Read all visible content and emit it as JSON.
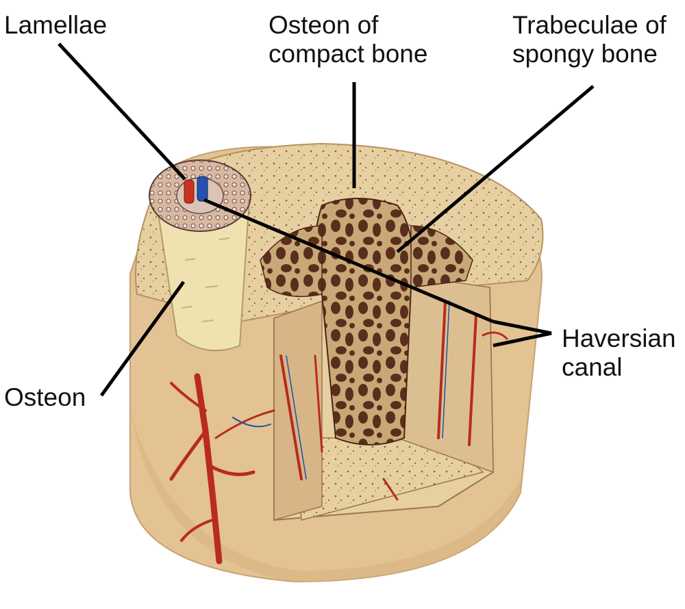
{
  "labels": {
    "lamellae": "Lamellae",
    "osteon_compact": [
      "Osteon of",
      "compact bone"
    ],
    "trabeculae": [
      "Trabeculae of",
      "spongy bone"
    ],
    "haversian": [
      "Haversian",
      "canal"
    ],
    "osteon": "Osteon"
  },
  "colors": {
    "bone_outer": "#e8c99a",
    "bone_surface": "#ead5a8",
    "spongy_dark": "#5a2e1c",
    "artery": "#b82b1e",
    "vein": "#1f4fa8",
    "osteon_cylinder": "#efe2b0"
  }
}
